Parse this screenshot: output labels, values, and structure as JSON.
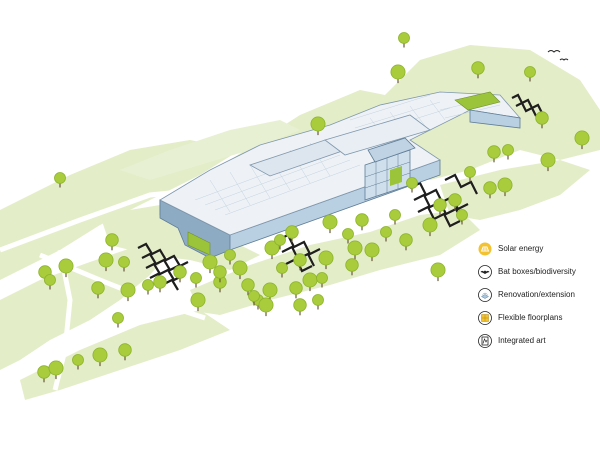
{
  "legend": {
    "items": [
      {
        "label": "Solar energy",
        "icon": "solar-panel-icon",
        "color": "#f2c230"
      },
      {
        "label": "Bat boxes/biodiversity",
        "icon": "bat-icon",
        "color": "#222222"
      },
      {
        "label": "Renovation/extension",
        "icon": "extension-icon",
        "color": "#a9c8e0"
      },
      {
        "label": "Flexible floorplans",
        "icon": "floorplan-icon",
        "color": "#f2c230"
      },
      {
        "label": "Integrated art",
        "icon": "art-icon",
        "color": "#222222"
      }
    ]
  },
  "colors": {
    "background": "#ffffff",
    "green_area": "#e3edc8",
    "roof": "#eef2f6",
    "facade": "#b9cfe2",
    "facade_dark": "#5f7d96",
    "green_roof": "#9cc43a",
    "tree": "#a8cc3c",
    "tree_dark": "#8cb32a",
    "trunk": "#6b5a3a",
    "parking": "#1e1e1e"
  }
}
